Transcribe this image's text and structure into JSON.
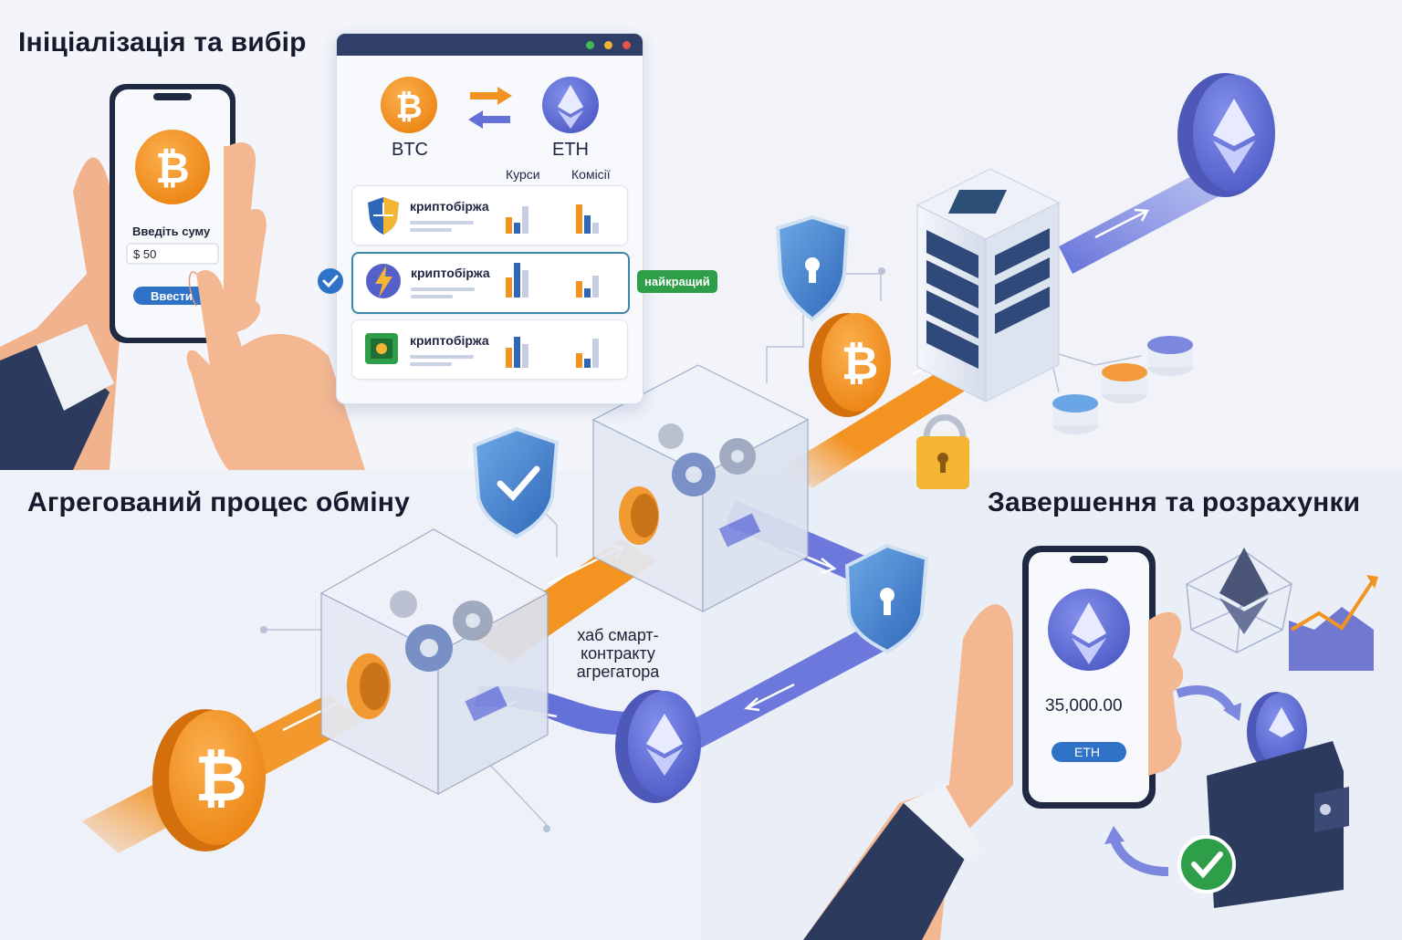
{
  "sections": {
    "init": "Ініціалізація та вибір",
    "process": "Агрегований процес обміну",
    "settle": "Завершення та розрахунки"
  },
  "phone_left": {
    "prompt": "Введіть суму",
    "amount_value": "$ 50",
    "submit_label": "Ввести"
  },
  "swap": {
    "from": "BTC",
    "to": "ETH",
    "col_rates": "Курси",
    "col_fees": "Комісії",
    "exchanges": [
      {
        "name": "криптобіржа",
        "icon": "shield-icon"
      },
      {
        "name": "криптобіржа",
        "icon": "lightning-icon"
      },
      {
        "name": "криптобіржа",
        "icon": "safe-icon"
      }
    ],
    "best_badge": "найкращий"
  },
  "hub": {
    "label": "хаб смарт-контракту агрегатора"
  },
  "phone_right": {
    "amount": "35,000.00",
    "currency": "ETH"
  },
  "colors": {
    "btc": "#f39322",
    "eth": "#6471d8",
    "navy": "#2f3f67",
    "shield": "#3f7fc8",
    "success": "#2e9e48"
  }
}
